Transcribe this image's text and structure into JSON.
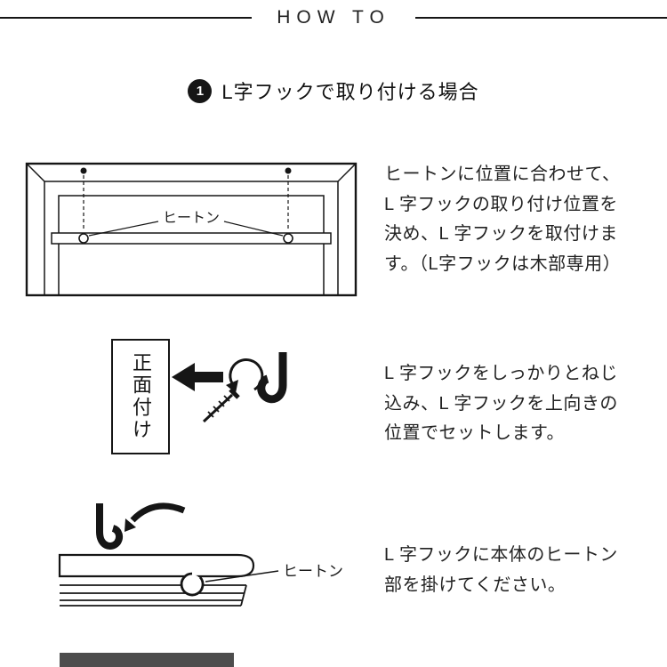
{
  "header": {
    "title": "HOW TO"
  },
  "section": {
    "number": "1",
    "title": "L字フックで取り付ける場合"
  },
  "steps": [
    {
      "label": "ヒートン",
      "text": "ヒートンに位置に合わせて、\nL 字フックの取り付け位置を\n決め、L 字フックを取付けま\nす。（L字フックは木部専用）"
    },
    {
      "label": "正面付け",
      "text": "L 字フックをしっかりとねじ\n込み、L 字フックを上向きの\n位置でセットします。"
    },
    {
      "label": "ヒートン",
      "text": "L 字フックに本体のヒートン\n部を掛けてください。"
    }
  ],
  "colors": {
    "ink": "#161616",
    "shade_bar": "#4d4d4d"
  }
}
